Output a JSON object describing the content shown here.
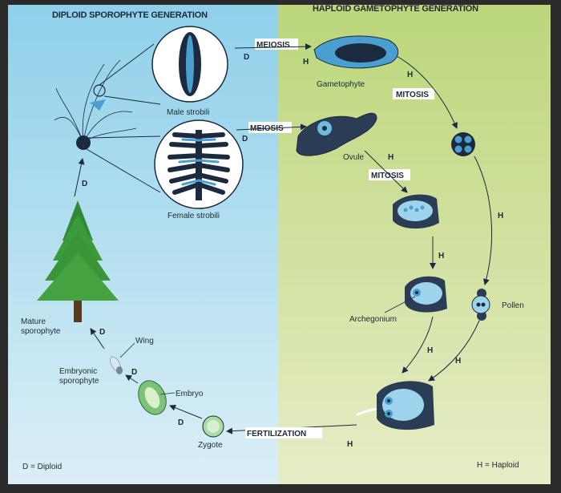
{
  "headers": {
    "left": "DIPLOID SPOROPHYTE GENERATION",
    "right": "HAPLOID GAMETOPHYTE GENERATION"
  },
  "processes": {
    "meiosis_1": "MEIOSIS",
    "meiosis_2": "MEIOSIS",
    "mitosis_1": "MITOSIS",
    "mitosis_2": "MITOSIS",
    "fertilization": "FERTILIZATION"
  },
  "labels": {
    "male_strobili": "Male strobili",
    "female_strobili": "Female strobili",
    "gametophyte": "Gametophyte",
    "ovule": "Ovule",
    "pollen": "Pollen",
    "archegonium": "Archegonium",
    "mature_sporophyte": "Mature sporophyte",
    "wing": "Wing",
    "embryonic_sporophyte": "Embryonic sporophyte",
    "embryo": "Embryo",
    "zygote": "Zygote"
  },
  "markers": {
    "diploid": "D",
    "haploid": "H"
  },
  "legend": {
    "diploid": "D = Diploid",
    "haploid": "H = Haploid"
  },
  "colors": {
    "diploid_bg": "#bfe3f1",
    "haploid_bg": "#d5e3a4",
    "tree_green": "#3f9a3c",
    "cell_blue": "#4a9fd0",
    "dark_navy": "#1b2a3f",
    "label_box": "#ffffff"
  }
}
